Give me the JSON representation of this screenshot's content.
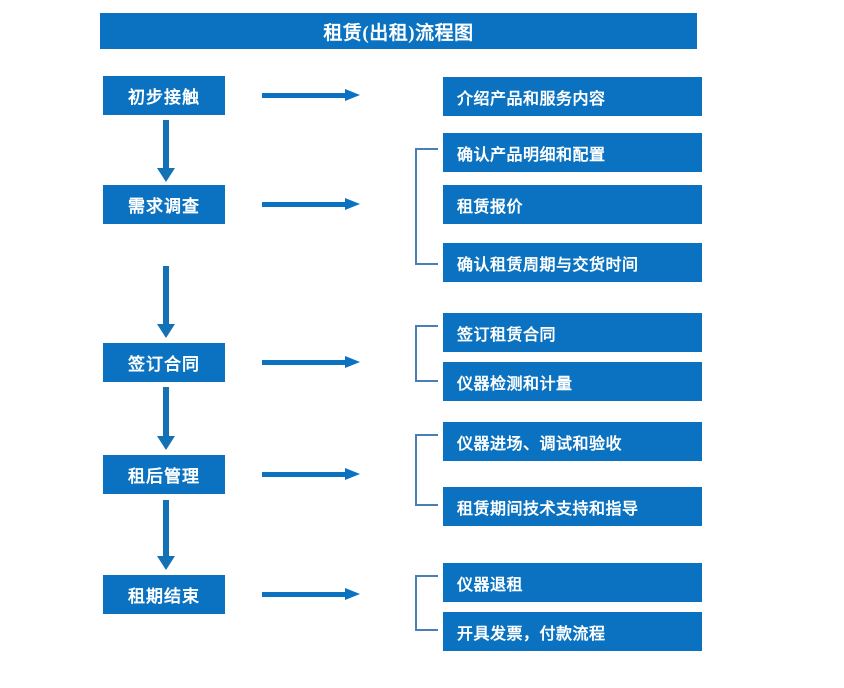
{
  "diagram": {
    "title": "租赁(出租)流程图",
    "accent_color": "#0a72c0",
    "bracket_color": "#4a7fb5",
    "arrow_color": "#1272b5",
    "text_color": "#ffffff",
    "background_color": "#ffffff",
    "stages": [
      {
        "id": "stage-1",
        "label": "初步接触"
      },
      {
        "id": "stage-2",
        "label": "需求调查"
      },
      {
        "id": "stage-3",
        "label": "签订合同"
      },
      {
        "id": "stage-4",
        "label": "租后管理"
      },
      {
        "id": "stage-5",
        "label": "租期结束"
      }
    ],
    "details": [
      {
        "id": "detail-1",
        "label": "介绍产品和服务内容",
        "stage": "初步接触"
      },
      {
        "id": "detail-2",
        "label": "确认产品明细和配置",
        "stage": "需求调查"
      },
      {
        "id": "detail-3",
        "label": "租赁报价",
        "stage": "需求调查"
      },
      {
        "id": "detail-4",
        "label": "确认租赁周期与交货时间",
        "stage": "需求调查"
      },
      {
        "id": "detail-5",
        "label": "签订租赁合同",
        "stage": "签订合同"
      },
      {
        "id": "detail-6",
        "label": "仪器检测和计量",
        "stage": "签订合同"
      },
      {
        "id": "detail-7",
        "label": "仪器进场、调试和验收",
        "stage": "租后管理"
      },
      {
        "id": "detail-8",
        "label": "租赁期间技术支持和指导",
        "stage": "租后管理"
      },
      {
        "id": "detail-9",
        "label": "仪器退租",
        "stage": "租期结束"
      },
      {
        "id": "detail-10",
        "label": "开具发票，付款流程",
        "stage": "租期结束"
      }
    ],
    "connectors": {
      "horizontal_arrow_count": 5,
      "vertical_arrow_count": 4,
      "bracket_count": 4
    }
  }
}
